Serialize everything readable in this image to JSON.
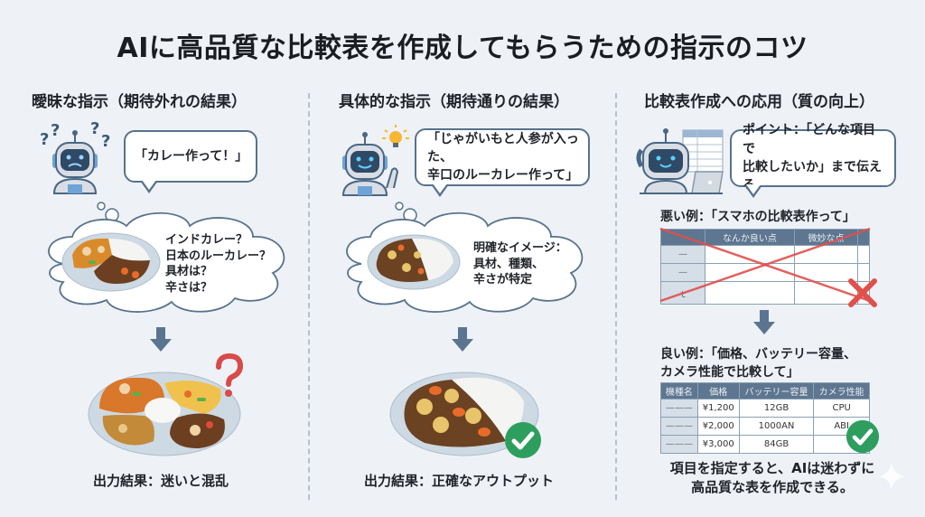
{
  "title": "AIに高品質な比較表を作成してもらうための指示のコツ",
  "columns": [
    {
      "heading": "曖昧な指示（期待外れの結果）",
      "speech": "「カレー作って！」",
      "thought_lines": [
        "インドカレー？",
        "日本のルーカレー？",
        "具材は？",
        "辛さは？"
      ],
      "result": "出力結果：迷いと混乱",
      "robot_mood": "confused",
      "result_mark": "question"
    },
    {
      "heading": "具体的な指示（期待通りの結果）",
      "speech_lines": [
        "「じゃがいもと人参が入った、",
        "辛口のルーカレー作って」"
      ],
      "thought_lines": [
        "明確なイメージ：",
        "具材、種類、",
        "辛さが特定"
      ],
      "result": "出力結果：正確なアウトプット",
      "robot_mood": "happy-idea",
      "result_mark": "check"
    },
    {
      "heading": "比較表作成への応用（質の向上）",
      "speech_lines": [
        "ポイント：「どんな項目で",
        "比較したいか」まで伝える"
      ],
      "bad_example": {
        "label": "悪い例：「スマホの比較表作って」",
        "headers": [
          "",
          "なんか良い点",
          "微妙な点",
          ""
        ],
        "rows": [
          [
            "—",
            "",
            "",
            ""
          ],
          [
            "—",
            "",
            "",
            ""
          ],
          [
            "ｔ",
            "",
            "",
            ""
          ]
        ],
        "mark": "cross"
      },
      "good_example": {
        "label_lines": [
          "良い例：「価格、バッテリー容量、",
          "カメラ性能で比較して」"
        ],
        "headers": [
          "機種名",
          "価格",
          "バッテリー容量",
          "カメラ性能"
        ],
        "rows": [
          [
            "———",
            "¥1,200",
            "12GB",
            "CPU"
          ],
          [
            "———",
            "¥2,000",
            "1000AN",
            "ABI"
          ],
          [
            "———",
            "¥3,000",
            "84GB",
            ""
          ]
        ],
        "mark": "check"
      },
      "conclusion_lines": [
        "項目を指定すると、AIは迷わずに",
        "高品質な表を作成できる。"
      ]
    }
  ],
  "colors": {
    "background": "#eef2f7",
    "bubble_border": "#58728c",
    "arrow": "#5b7590",
    "check_green": "#2e9e5e",
    "cross_red": "#e0504c",
    "question_red": "#d94a4a",
    "table_header": "#5e7690"
  }
}
